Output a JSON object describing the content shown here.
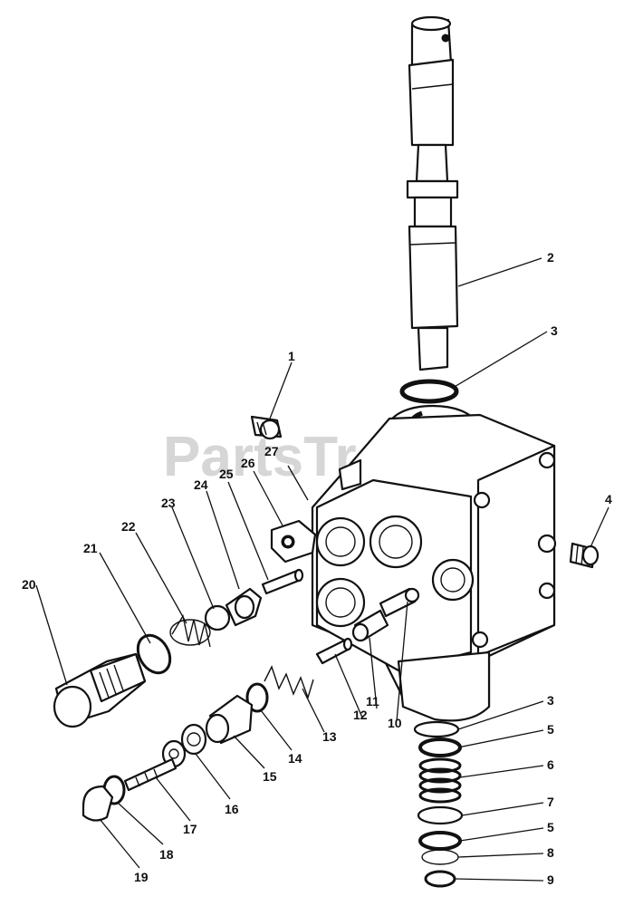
{
  "watermark": "PartsTree",
  "callouts": {
    "c1": "1",
    "c2": "2",
    "c3a": "3",
    "c3b": "3",
    "c4": "4",
    "c5a": "5",
    "c5b": "5",
    "c6": "6",
    "c7": "7",
    "c8": "8",
    "c9": "9",
    "c10": "10",
    "c11": "11",
    "c12": "12",
    "c13": "13",
    "c14": "14",
    "c15": "15",
    "c16": "16",
    "c17": "17",
    "c18": "18",
    "c19": "19",
    "c20": "20",
    "c21": "21",
    "c22": "22",
    "c23": "23",
    "c24": "24",
    "c25": "25",
    "c26": "26",
    "c27": "27"
  }
}
